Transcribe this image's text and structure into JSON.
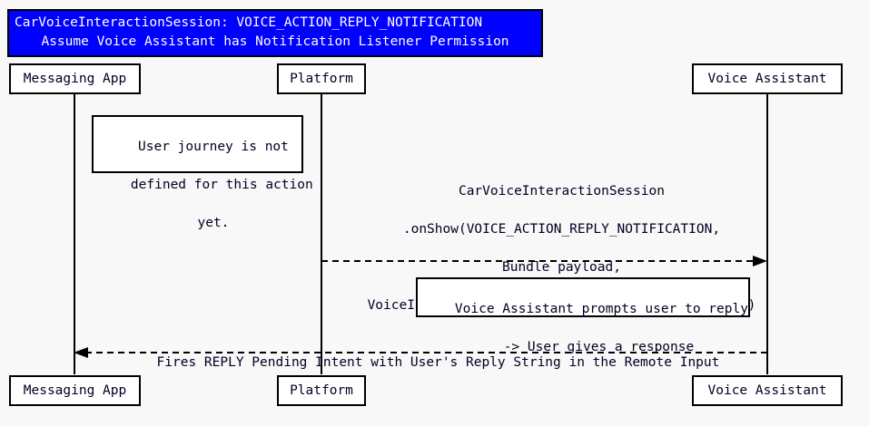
{
  "diagram": {
    "type": "sequence-diagram",
    "background_color": "#f8f8f8",
    "line_color": "#000000",
    "text_color": "#000022"
  },
  "title": {
    "background_color": "#0000ff",
    "text_color": "#ffffff",
    "line1": "CarVoiceInteractionSession: VOICE_ACTION_REPLY_NOTIFICATION",
    "line2": "Assume Voice Assistant has Notification Listener Permission"
  },
  "participants": [
    {
      "id": "messaging-app",
      "label": "Messaging App"
    },
    {
      "id": "platform",
      "label": "Platform"
    },
    {
      "id": "voice-assistant",
      "label": "Voice Assistant"
    }
  ],
  "participants_bottom": [
    {
      "id": "messaging-app",
      "label": "Messaging App"
    },
    {
      "id": "platform",
      "label": "Platform"
    },
    {
      "id": "voice-assistant",
      "label": "Voice Assistant"
    }
  ],
  "notes": [
    {
      "id": "note-user-journey",
      "over": "messaging-app",
      "line1": "User journey is not",
      "line2": "defined for this action",
      "line3": "yet."
    },
    {
      "id": "note-voice-prompt",
      "over": "voice-assistant",
      "line1": "Voice Assistant prompts user to reply",
      "line2": "-> User gives a response"
    }
  ],
  "messages": [
    {
      "id": "msg-onshow",
      "from": "platform",
      "to": "voice-assistant",
      "direction": "right",
      "style": "dashed",
      "line1": "CarVoiceInteractionSession",
      "line2": ".onShow(VOICE_ACTION_REPLY_NOTIFICATION,",
      "line3": "Bundle payload,",
      "line4": "VoiceInteractionSession.SHOW_SOURCE_NOTIFICATION)"
    },
    {
      "id": "msg-reply-intent",
      "from": "voice-assistant",
      "to": "messaging-app",
      "direction": "left",
      "style": "dashed",
      "line1": "Fires REPLY Pending Intent with User's Reply String in the Remote Input"
    }
  ]
}
